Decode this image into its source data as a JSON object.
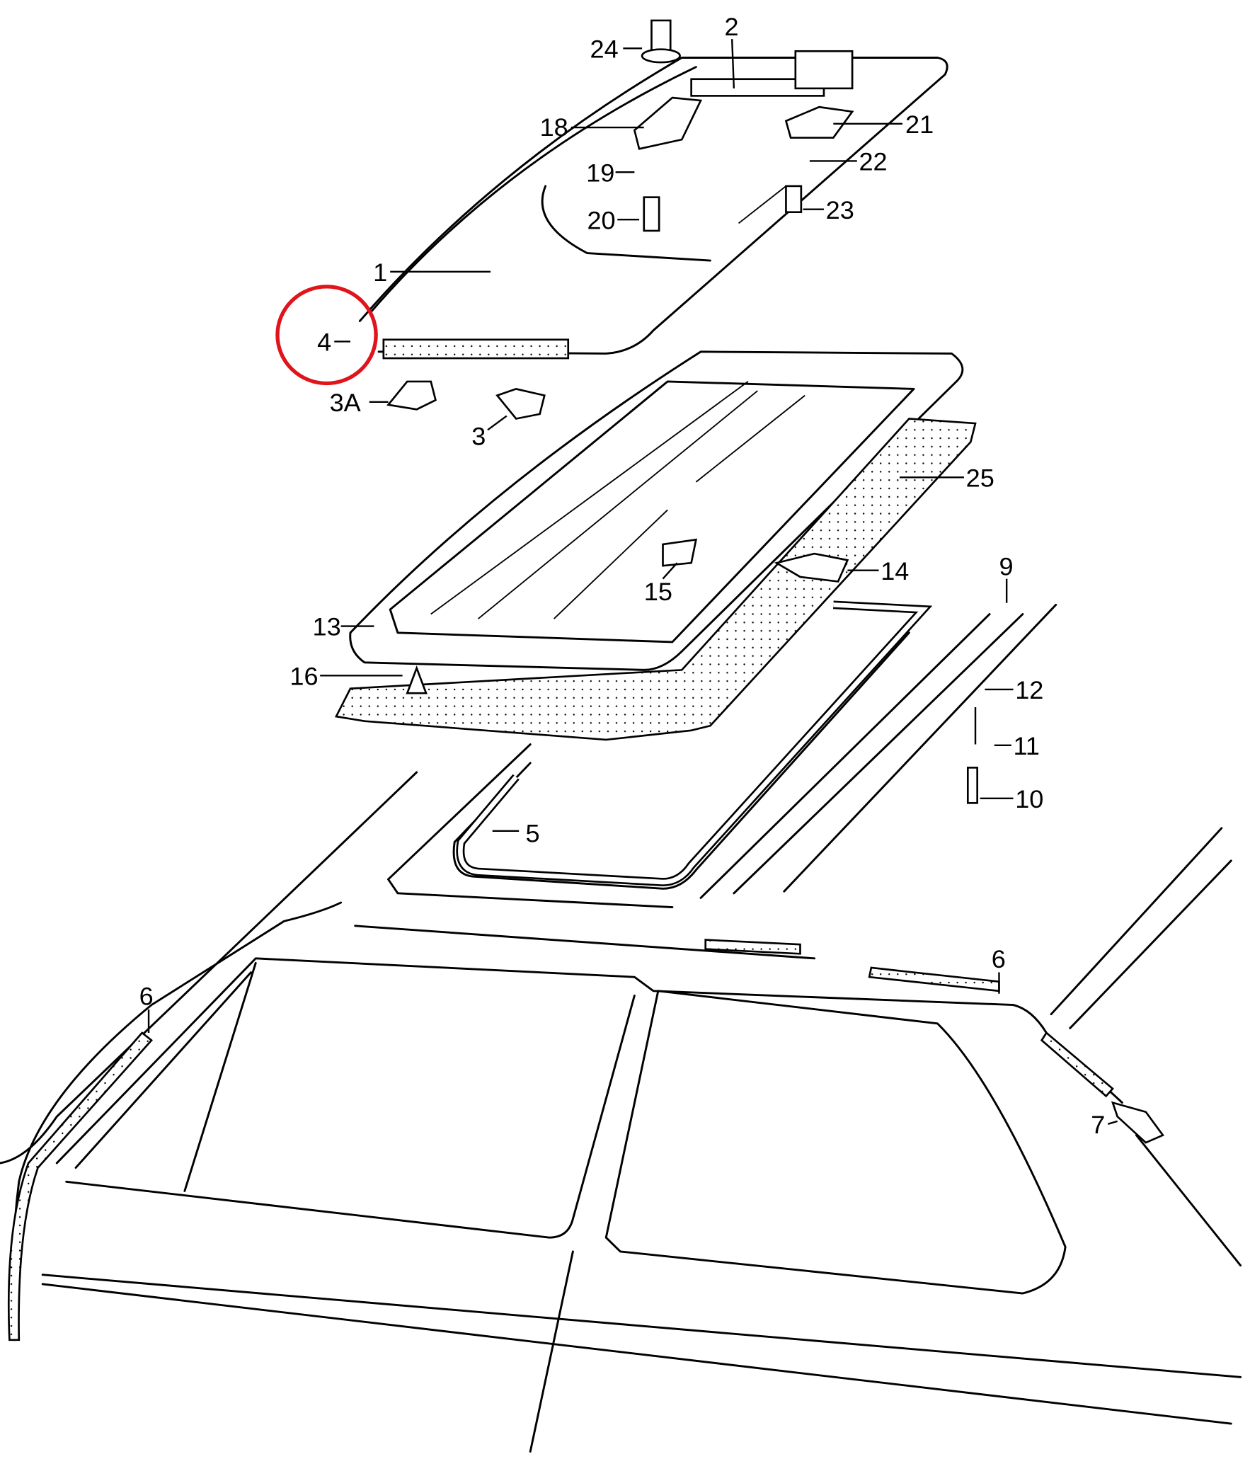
{
  "diagram": {
    "title": "Sunroof exploded parts view",
    "highlight_color": "#e0141b",
    "highlighted_part": "4",
    "labels": {
      "p24": "24",
      "p2": "2",
      "p18": "18",
      "p21": "21",
      "p19": "19",
      "p22": "22",
      "p20": "20",
      "p23": "23",
      "p1": "1",
      "p4": "4",
      "p3A": "3A",
      "p3": "3",
      "p25": "25",
      "p14": "14",
      "p15": "15",
      "p9": "9",
      "p13": "13",
      "p16": "16",
      "p12": "12",
      "p11": "11",
      "p10": "10",
      "p5": "5",
      "p6a": "6",
      "p6b": "6",
      "p7": "7"
    }
  }
}
